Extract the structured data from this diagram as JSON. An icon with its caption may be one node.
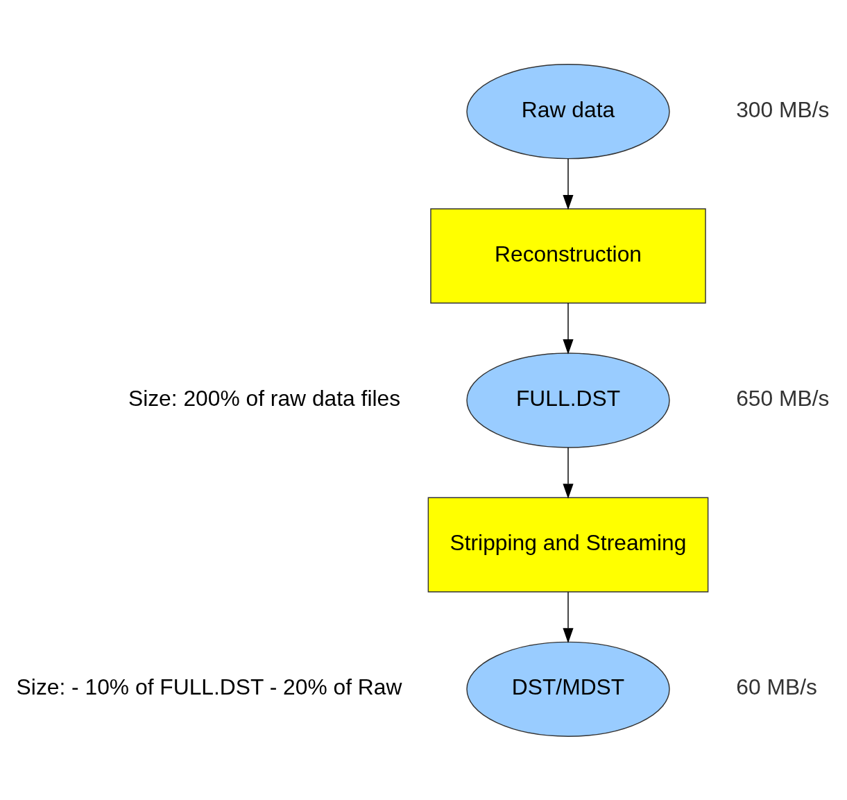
{
  "diagram": {
    "nodes": [
      {
        "text": [
          "Raw data"
        ]
      },
      {
        "text": [
          "Reconstruction"
        ]
      },
      {
        "text": [
          "FULL.DST"
        ],
        "beside": [
          "Size: 200% of raw data files"
        ]
      },
      {
        "text": [
          "Stripping and Streaming"
        ]
      },
      {
        "text": [
          "DST/MDST"
        ],
        "beside": [
          "Size: - 10% of FULL.DST - 20% of Raw"
        ]
      }
    ],
    "edges": [
      {
        "from": 0,
        "to": 1,
        "arrow": "to"
      },
      {
        "from": 1,
        "to": 2,
        "arrow": "to"
      },
      {
        "from": 2,
        "to": 3,
        "arrow": "to"
      },
      {
        "from": 3,
        "to": 4,
        "arrow": "to"
      }
    ],
    "labels": [
      "300 MB/s",
      "650 MB/s",
      "60 MB/s"
    ]
  }
}
